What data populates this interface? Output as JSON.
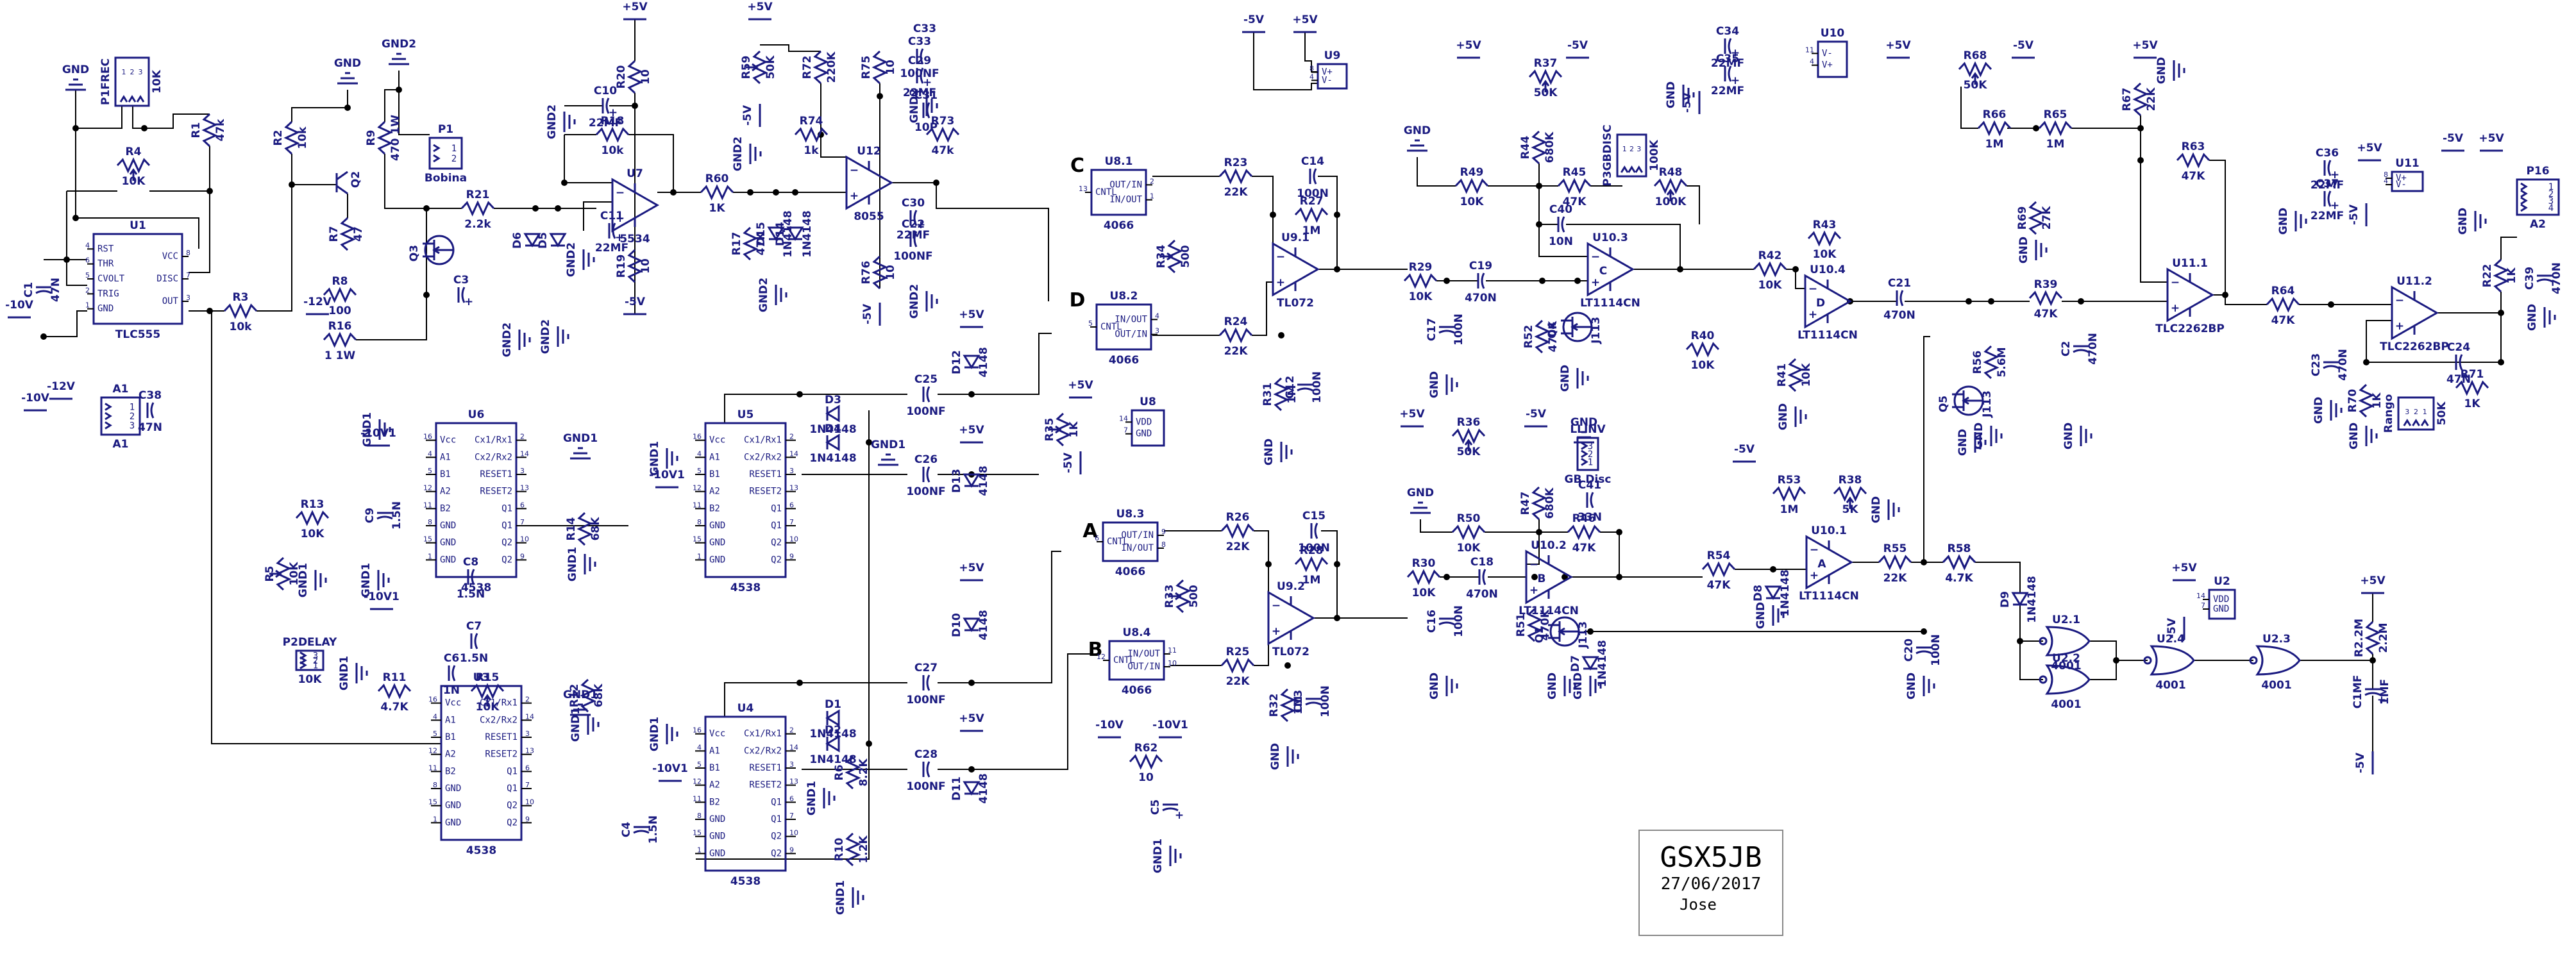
{
  "title_block": {
    "project": "GSX5JB",
    "date": "27/06/2017",
    "author": "Jose"
  },
  "section_labels": [
    "A",
    "B",
    "C",
    "D"
  ],
  "power_labels": [
    "+5V",
    "-5V",
    "-10V",
    "-10V1",
    "-12V",
    "GND",
    "GND1",
    "GND2"
  ],
  "ics": [
    {
      "ref": "U1",
      "part": "TLC555",
      "pins_left": [
        "4 RST",
        "6 THR",
        "5 CVOLT",
        "2 TRIG",
        "1 GND"
      ],
      "pins_right": [
        "8 VCC",
        "7 DISC",
        "3 OUT"
      ]
    },
    {
      "ref": "U6",
      "part": "4538",
      "pins_left": [
        "16 Vcc",
        "4 A1",
        "5 B1",
        "12 A2",
        "11 B2",
        "8 GND",
        "15 GND",
        "1 GND"
      ],
      "pins_right": [
        "2 Cx1/Rx1",
        "14 Cx2/Rx2",
        "3 RESET1",
        "13 RESET2",
        "6 Q1",
        "7 Q1",
        "10 Q2",
        "9 Q2"
      ]
    },
    {
      "ref": "U3",
      "part": "4538",
      "pins_left": [
        "16 Vcc",
        "4 A1",
        "5 B1",
        "12 A2",
        "11 B2",
        "8 GND",
        "15 GND",
        "1 GND"
      ],
      "pins_right": [
        "2 Cx1/Rx1",
        "14 Cx2/Rx2",
        "3 RESET1",
        "13 RESET2",
        "6 Q1",
        "7 Q1",
        "10 Q2",
        "9 Q2"
      ]
    },
    {
      "ref": "U5",
      "part": "4538",
      "pins_left": [
        "16 Vcc",
        "4 A1",
        "5 B1",
        "12 A2",
        "11 B2",
        "8 GND",
        "15 GND",
        "1 GND"
      ],
      "pins_right": [
        "2 Cx1/Rx1",
        "14 Cx2/Rx2",
        "3 RESET1",
        "13 RESET2",
        "6 Q1",
        "7 Q1",
        "10 Q2",
        "9 Q2"
      ]
    },
    {
      "ref": "U4",
      "part": "4538",
      "pins_left": [
        "16 Vcc",
        "4 A1",
        "5 B1",
        "12 A2",
        "11 B2",
        "8 GND",
        "15 GND",
        "1 GND"
      ],
      "pins_right": [
        "2 Cx1/Rx1",
        "14 Cx2/Rx2",
        "3 RESET1",
        "13 RESET2",
        "6 Q1",
        "7 Q1",
        "10 Q2",
        "9 Q2"
      ]
    },
    {
      "ref": "U8.1",
      "part": "4066",
      "section": "C",
      "pins_left": [
        "13 CNTL"
      ],
      "pins_right": [
        "2 OUT/IN",
        "1 IN/OUT"
      ]
    },
    {
      "ref": "U8.2",
      "part": "4066",
      "section": "D",
      "pins_left": [
        "5 CNTL"
      ],
      "pins_right": [
        "4 IN/OUT",
        "3 OUT/IN"
      ]
    },
    {
      "ref": "U8.3",
      "part": "4066",
      "section": "A",
      "pins_left": [
        "6 CNTL"
      ],
      "pins_right": [
        "9 OUT/IN",
        "8 IN/OUT"
      ]
    },
    {
      "ref": "U8.4",
      "part": "4066",
      "section": "B",
      "pins_left": [
        "12 CNTL"
      ],
      "pins_right": [
        "11 IN/OUT",
        "10 OUT/IN"
      ]
    },
    {
      "ref": "U8",
      "part": "",
      "pins_left": [
        "14 VDD",
        "7 GND"
      ],
      "pins_right": []
    },
    {
      "ref": "U2",
      "part": "",
      "pins_left": [
        "14 VDD",
        "7 GND"
      ],
      "pins_right": []
    },
    {
      "ref": "U9",
      "part": "",
      "pins_left": [
        "8 V+",
        "4 V-"
      ],
      "pins_right": []
    },
    {
      "ref": "U10",
      "part": "",
      "pins_left": [
        "11 V-",
        "4 V+"
      ],
      "pins_right": []
    },
    {
      "ref": "U11",
      "part": "",
      "pins_left": [
        "8 V+",
        "4 V-"
      ],
      "pins_right": []
    }
  ],
  "opamps": [
    {
      "ref": "U7",
      "part": "5534"
    },
    {
      "ref": "U12",
      "part": "8055"
    },
    {
      "ref": "U9.1",
      "part": "TL072"
    },
    {
      "ref": "U9.2",
      "part": "TL072"
    },
    {
      "ref": "U10.3",
      "part": "LT1114CN",
      "section": "C"
    },
    {
      "ref": "U10.2",
      "part": "LT1114CN",
      "section": "B"
    },
    {
      "ref": "U10.4",
      "part": "LT1114CN",
      "section": "D"
    },
    {
      "ref": "U10.1",
      "part": "LT1114CN",
      "section": "A"
    },
    {
      "ref": "U11.1",
      "part": "TLC2262BP"
    },
    {
      "ref": "U11.2",
      "part": "TLC2262BP"
    }
  ],
  "gates": [
    {
      "ref": "U2.1",
      "part": "4001"
    },
    {
      "ref": "U2.2",
      "part": "4001"
    },
    {
      "ref": "U2.4",
      "part": "4001"
    },
    {
      "ref": "U2.3",
      "part": "4001"
    }
  ],
  "resistors": [
    {
      "ref": "R1",
      "value": "47k"
    },
    {
      "ref": "R2",
      "value": "10k"
    },
    {
      "ref": "R3",
      "value": "10k"
    },
    {
      "ref": "R4",
      "value": "10K"
    },
    {
      "ref": "R5",
      "value": "10K"
    },
    {
      "ref": "R6",
      "value": "8.2K"
    },
    {
      "ref": "R7",
      "value": "47"
    },
    {
      "ref": "R8",
      "value": "100"
    },
    {
      "ref": "R9",
      "value": "470 1W"
    },
    {
      "ref": "R10",
      "value": "1.2K"
    },
    {
      "ref": "R11",
      "value": "4.7K"
    },
    {
      "ref": "R12",
      "value": "68K"
    },
    {
      "ref": "R13",
      "value": "10K"
    },
    {
      "ref": "R14",
      "value": "68K"
    },
    {
      "ref": "R15",
      "value": "10K"
    },
    {
      "ref": "R16",
      "value": "1 1W"
    },
    {
      "ref": "R17",
      "value": "47K"
    },
    {
      "ref": "R18",
      "value": "10k"
    },
    {
      "ref": "R19",
      "value": "10"
    },
    {
      "ref": "R20",
      "value": "10"
    },
    {
      "ref": "R21",
      "value": "2.2k"
    },
    {
      "ref": "R22",
      "value": "1K"
    },
    {
      "ref": "R23",
      "value": "22K"
    },
    {
      "ref": "R24",
      "value": "22K"
    },
    {
      "ref": "R25",
      "value": "22K"
    },
    {
      "ref": "R26",
      "value": "22K"
    },
    {
      "ref": "R27",
      "value": "1M"
    },
    {
      "ref": "R28",
      "value": "1M"
    },
    {
      "ref": "R29",
      "value": "10K"
    },
    {
      "ref": "R30",
      "value": "10K"
    },
    {
      "ref": "R31",
      "value": "1M"
    },
    {
      "ref": "R32",
      "value": "1M"
    },
    {
      "ref": "R33",
      "value": "500"
    },
    {
      "ref": "R34",
      "value": "500"
    },
    {
      "ref": "R35",
      "value": "1K"
    },
    {
      "ref": "R36",
      "value": "50K"
    },
    {
      "ref": "R37",
      "value": "50K"
    },
    {
      "ref": "R38",
      "value": "5K"
    },
    {
      "ref": "R39",
      "value": "47K"
    },
    {
      "ref": "R40",
      "value": "10K"
    },
    {
      "ref": "R41",
      "value": "10K"
    },
    {
      "ref": "R42",
      "value": "10K"
    },
    {
      "ref": "R43",
      "value": "10K"
    },
    {
      "ref": "R44",
      "value": "680K"
    },
    {
      "ref": "R45",
      "value": "47K"
    },
    {
      "ref": "R46",
      "value": "47K"
    },
    {
      "ref": "R47",
      "value": "680K"
    },
    {
      "ref": "R48",
      "value": "100K"
    },
    {
      "ref": "R49",
      "value": "10K"
    },
    {
      "ref": "R50",
      "value": "10K"
    },
    {
      "ref": "R51",
      "value": "470K"
    },
    {
      "ref": "R52",
      "value": "470K"
    },
    {
      "ref": "R53",
      "value": "1M"
    },
    {
      "ref": "R54",
      "value": "47K"
    },
    {
      "ref": "R55",
      "value": "22K"
    },
    {
      "ref": "R56",
      "value": "5.6M"
    },
    {
      "ref": "R58",
      "value": "4.7K"
    },
    {
      "ref": "R59",
      "value": "50K"
    },
    {
      "ref": "R60",
      "value": "1K"
    },
    {
      "ref": "R62",
      "value": "10"
    },
    {
      "ref": "R63",
      "value": "47K"
    },
    {
      "ref": "R64",
      "value": "47K"
    },
    {
      "ref": "R65",
      "value": "1M"
    },
    {
      "ref": "R66",
      "value": "1M"
    },
    {
      "ref": "R67",
      "value": "22K"
    },
    {
      "ref": "R68",
      "value": "50K"
    },
    {
      "ref": "R69",
      "value": "27K"
    },
    {
      "ref": "R70",
      "value": "1K"
    },
    {
      "ref": "R71",
      "value": "1K"
    },
    {
      "ref": "R72",
      "value": "220K"
    },
    {
      "ref": "R74",
      "value": "1k"
    },
    {
      "ref": "R75",
      "value": "10"
    },
    {
      "ref": "R76",
      "value": "10"
    },
    {
      "ref": "R73",
      "value": "47k"
    },
    {
      "ref": "R2.2M",
      "value": "2.2M"
    }
  ],
  "capacitors": [
    {
      "ref": "C1",
      "value": "47N"
    },
    {
      "ref": "C2",
      "value": "470N"
    },
    {
      "ref": "C3",
      "value": ""
    },
    {
      "ref": "C4",
      "value": "1.5N"
    },
    {
      "ref": "C5",
      "value": ""
    },
    {
      "ref": "C6",
      "value": "1N"
    },
    {
      "ref": "C7",
      "value": "1.5N"
    },
    {
      "ref": "C8",
      "value": "1.5N"
    },
    {
      "ref": "C9",
      "value": "1.5N"
    },
    {
      "ref": "C10",
      "value": "22MF"
    },
    {
      "ref": "C11",
      "value": "22MF"
    },
    {
      "ref": "C12",
      "value": "100N"
    },
    {
      "ref": "C13",
      "value": "100N"
    },
    {
      "ref": "C14",
      "value": "100N"
    },
    {
      "ref": "C15",
      "value": "100N"
    },
    {
      "ref": "C16",
      "value": "100N"
    },
    {
      "ref": "C17",
      "value": "100N"
    },
    {
      "ref": "C18",
      "value": "470N"
    },
    {
      "ref": "C19",
      "value": "470N"
    },
    {
      "ref": "C20",
      "value": "100N"
    },
    {
      "ref": "C21",
      "value": "470N"
    },
    {
      "ref": "C22",
      "value": "100NF"
    },
    {
      "ref": "C23",
      "value": "470N"
    },
    {
      "ref": "C24",
      "value": "47N"
    },
    {
      "ref": "C25",
      "value": "100NF"
    },
    {
      "ref": "C26",
      "value": "100NF"
    },
    {
      "ref": "C27",
      "value": "100NF"
    },
    {
      "ref": "C28",
      "value": "100NF"
    },
    {
      "ref": "C29",
      "value": "22MF"
    },
    {
      "ref": "C30",
      "value": "22MF"
    },
    {
      "ref": "C31",
      "value": "10P"
    },
    {
      "ref": "C33",
      "value": "100NF"
    },
    {
      "ref": "C34",
      "value": "22MF"
    },
    {
      "ref": "C35",
      "value": "22MF"
    },
    {
      "ref": "C36",
      "value": "22MF"
    },
    {
      "ref": "C37",
      "value": "22MF"
    },
    {
      "ref": "C38",
      "value": "47N"
    },
    {
      "ref": "C39",
      "value": "470N"
    },
    {
      "ref": "C40",
      "value": "10N"
    },
    {
      "ref": "C41",
      "value": "33N"
    },
    {
      "ref": "C1MF",
      "value": "1MF"
    }
  ],
  "diodes": [
    {
      "ref": "D1",
      "value": "1N4148"
    },
    {
      "ref": "D2",
      "value": "1N4148"
    },
    {
      "ref": "D3",
      "value": "1N4148"
    },
    {
      "ref": "D4",
      "value": "1N4148"
    },
    {
      "ref": "D5",
      "value": ""
    },
    {
      "ref": "D6",
      "value": ""
    },
    {
      "ref": "D7",
      "value": "1N4148"
    },
    {
      "ref": "D8",
      "value": "1N4148"
    },
    {
      "ref": "D9",
      "value": "1N4148"
    },
    {
      "ref": "D10",
      "value": "4148"
    },
    {
      "ref": "D11",
      "value": "4148"
    },
    {
      "ref": "D12",
      "value": "4148"
    },
    {
      "ref": "D13",
      "value": "4148"
    },
    {
      "ref": "D14",
      "value": "1N4148"
    },
    {
      "ref": "D15",
      "value": "1N4148"
    }
  ],
  "transistors": [
    {
      "ref": "Q1",
      "value": "J113"
    },
    {
      "ref": "Q2",
      "value": ""
    },
    {
      "ref": "Q3",
      "value": ""
    },
    {
      "ref": "Q4",
      "value": "J113"
    },
    {
      "ref": "Q5",
      "value": "J113"
    }
  ],
  "connectors": [
    {
      "ref": "P1FREC",
      "value": "10K",
      "pins": [
        "1",
        "2",
        "3"
      ]
    },
    {
      "ref": "P1",
      "value": "Bobina",
      "pins": [
        "1",
        "2"
      ]
    },
    {
      "ref": "P2DELAY",
      "value": "10K",
      "pins": [
        "3",
        "2",
        "1"
      ]
    },
    {
      "ref": "P3GBDISC",
      "value": "100K",
      "pins": [
        "1",
        "2",
        "3"
      ]
    },
    {
      "ref": "LLINV",
      "value": "GB Disc",
      "pins": [
        "3",
        "2",
        "1"
      ]
    },
    {
      "ref": "P16",
      "value": "A2",
      "pins": [
        "1",
        "2",
        "3",
        "4"
      ]
    },
    {
      "ref": "Rango",
      "value": "50K",
      "pins": [
        "3",
        "2",
        "1"
      ]
    },
    {
      "ref": "A1",
      "value": "A1",
      "pins": [
        "1",
        "2",
        "3"
      ]
    }
  ]
}
